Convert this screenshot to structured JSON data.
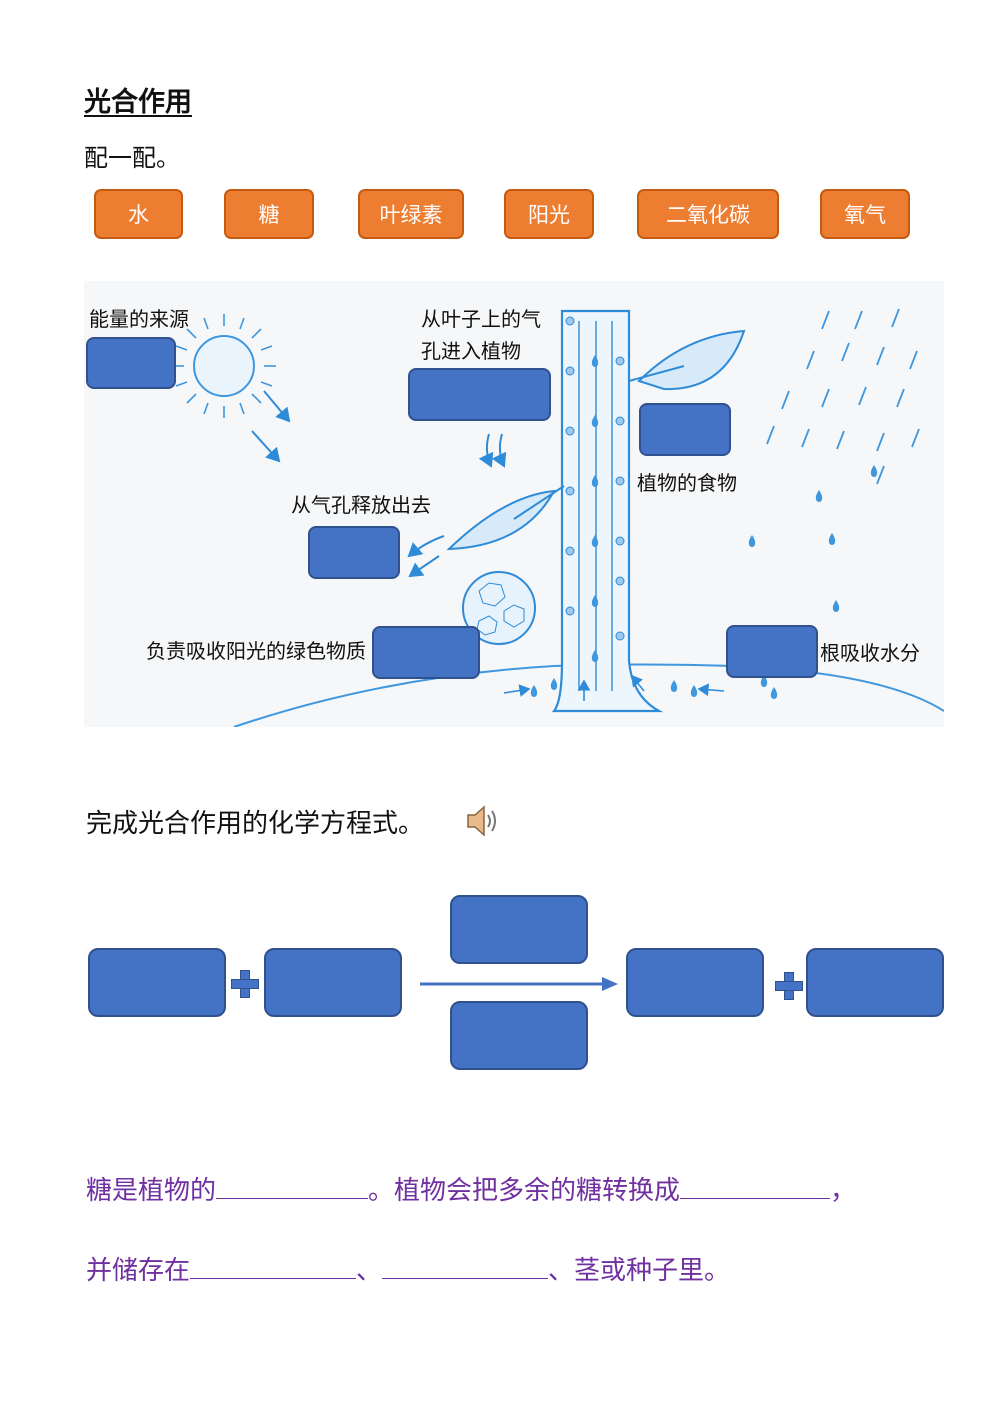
{
  "title": "光合作用",
  "match_prompt": "配一配。",
  "chips": [
    "水",
    "糖",
    "叶绿素",
    "阳光",
    "二氧化碳",
    "氧气"
  ],
  "diagram_labels": {
    "energy_source": "能量的来源",
    "enter_line1": "从叶子上的气",
    "enter_line2": "孔进入植物",
    "plant_food": "植物的食物",
    "release": "从气孔释放出去",
    "chlorophyll": "负责吸收阳光的绿色物质",
    "roots": "根吸收水分"
  },
  "equation_prompt": "完成光合作用的化学方程式。",
  "sentence1": {
    "part1": "糖是植物的",
    "part2": "。植物会把多余的糖转换成",
    "part3": "，"
  },
  "sentence2": {
    "part1": "并储存在",
    "part2": "、",
    "part3": "、茎或种子里。"
  },
  "colors": {
    "chip_fill": "#ED7D31",
    "drop_box": "#4472C4",
    "sentence_text": "#7030A0",
    "diagram_line": "#2E8BD8"
  }
}
